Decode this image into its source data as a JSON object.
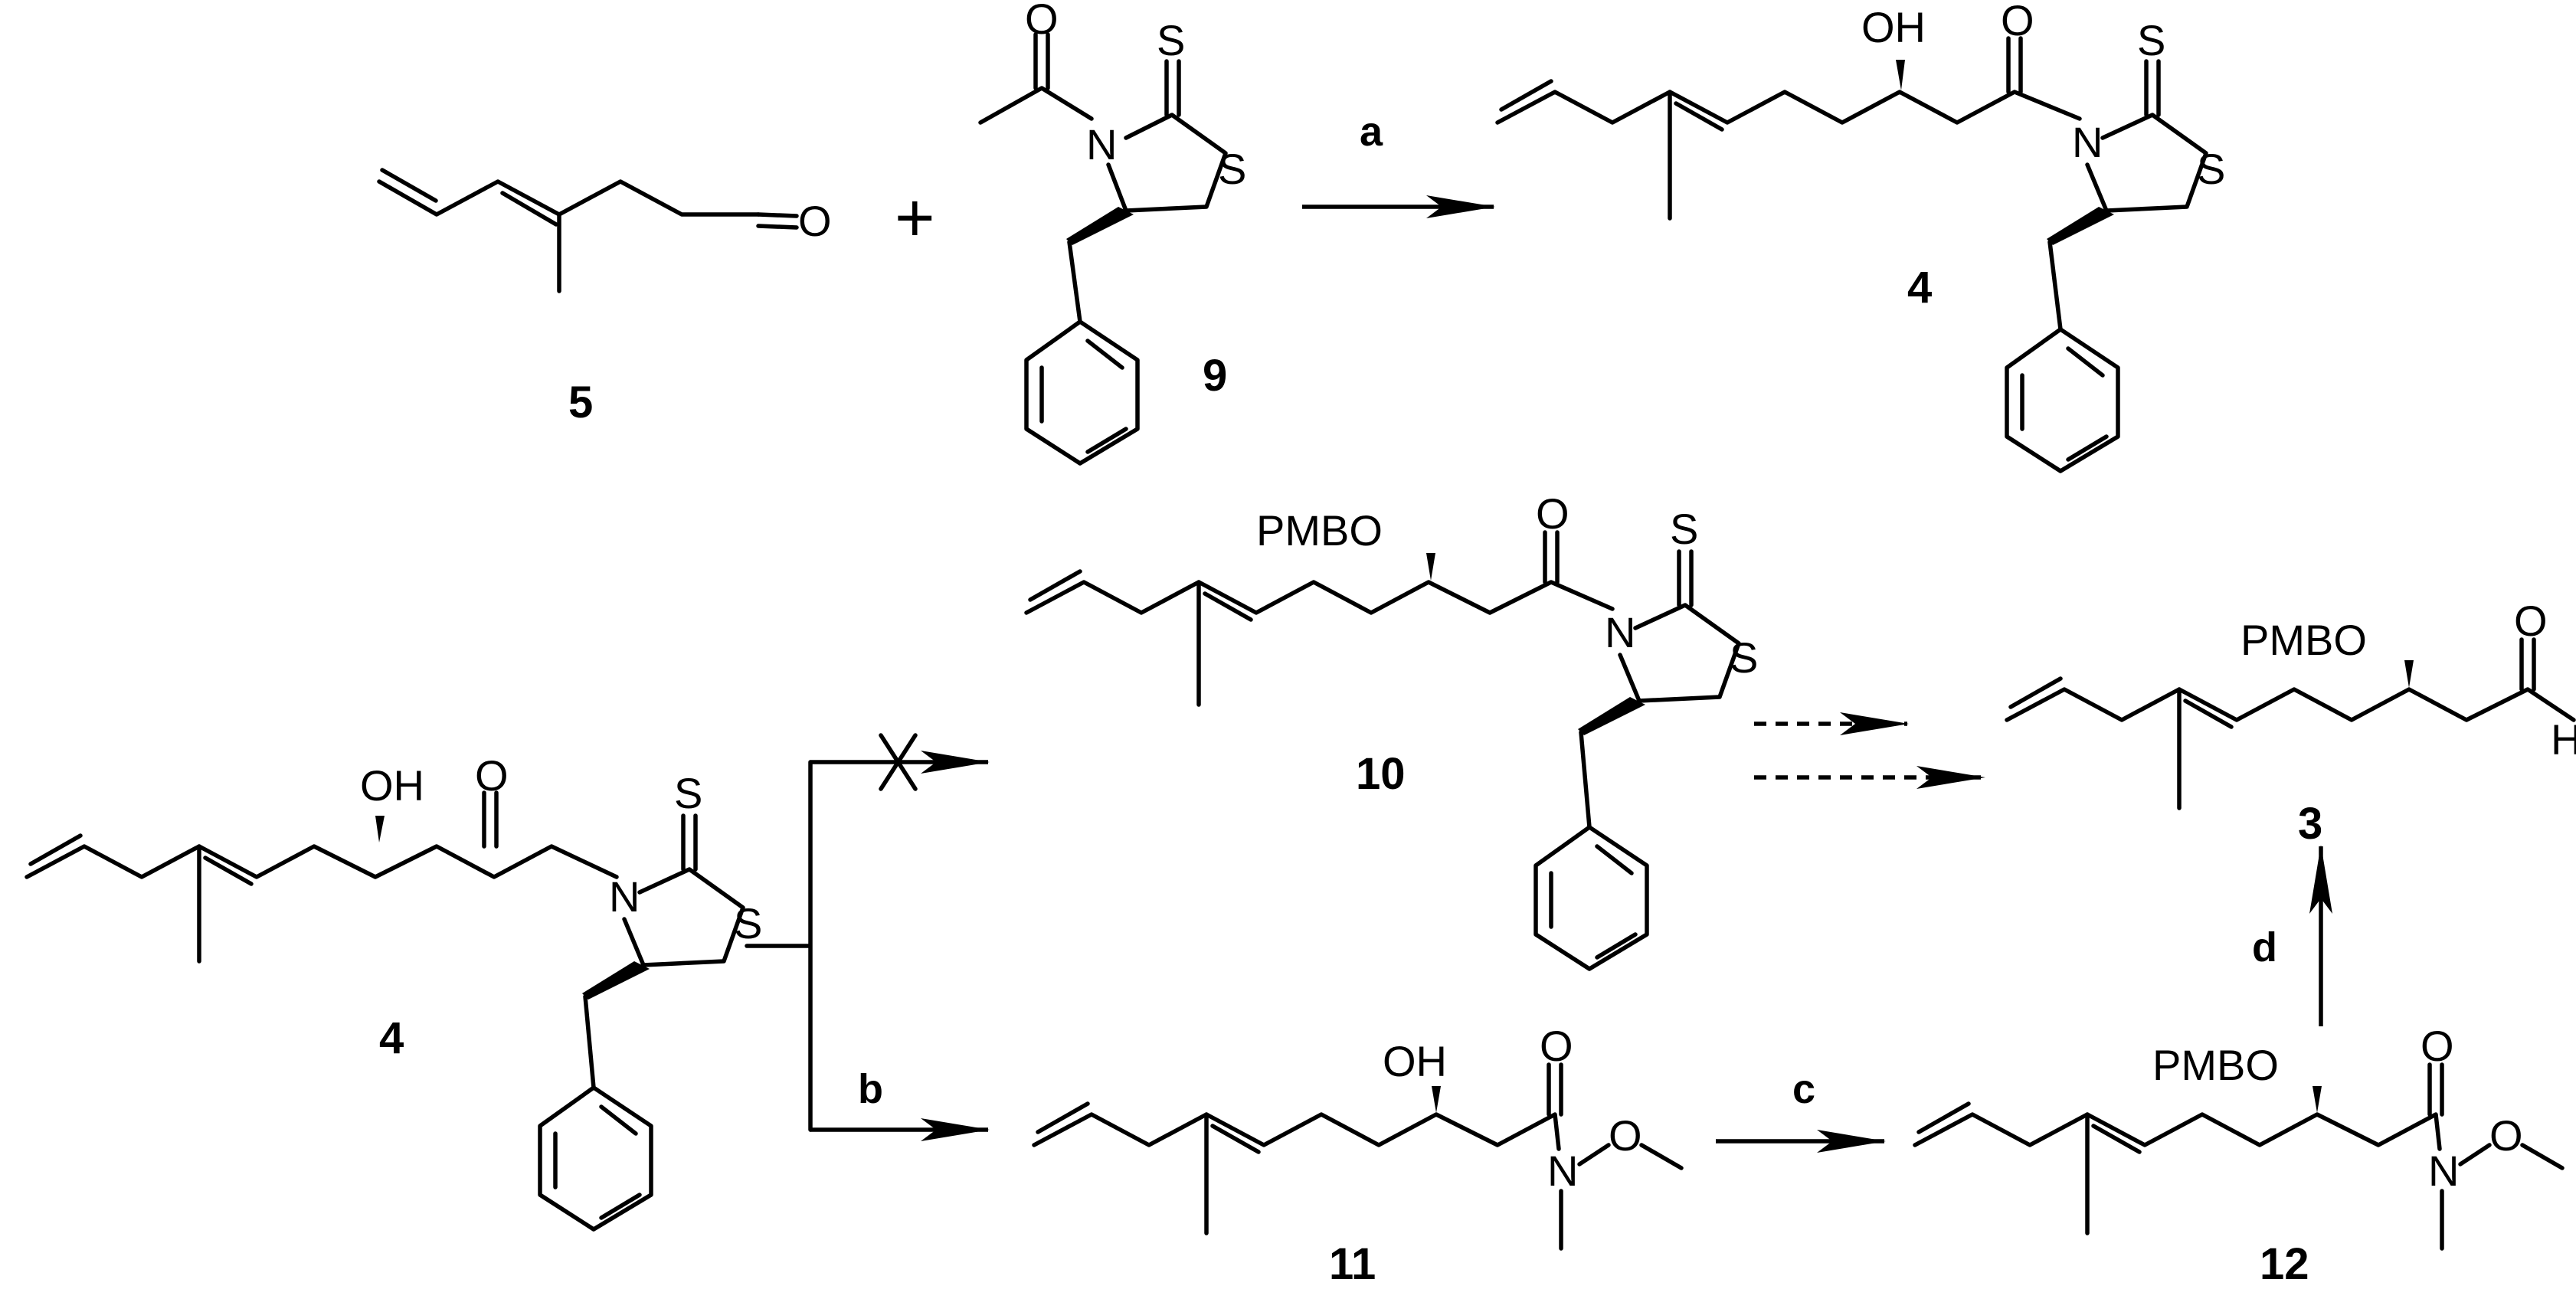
{
  "compounds": [
    {
      "id": "5",
      "label": "5"
    },
    {
      "id": "9",
      "label": "9"
    },
    {
      "id": "4-top",
      "label": "4"
    },
    {
      "id": "4-bottom",
      "label": "4"
    },
    {
      "id": "10",
      "label": "10"
    },
    {
      "id": "3",
      "label": "3"
    },
    {
      "id": "11",
      "label": "11"
    },
    {
      "id": "12",
      "label": "12"
    }
  ],
  "atoms": {
    "O": "O",
    "S": "S",
    "N": "N",
    "H": "H",
    "OH": "OH",
    "PMBO": "PMBO"
  },
  "reagents": {
    "a": "a",
    "b": "b",
    "c": "c",
    "d": "d"
  },
  "plus": "+"
}
